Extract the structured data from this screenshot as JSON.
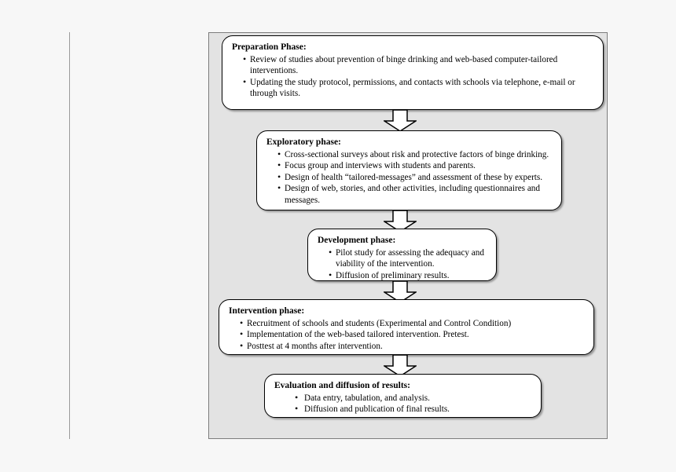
{
  "diagram": {
    "title": "Study phases flow chart",
    "panel_color": "#e3e3e3",
    "node_fill": "#ffffff",
    "node_stroke": "#000000",
    "nodes": [
      {
        "id": "preparation",
        "title": "Preparation Phase:",
        "items": [
          "Review of studies about prevention of binge drinking and web-based computer-tailored interventions.",
          "Updating the study protocol, permissions, and contacts with schools via telephone, e-mail or through visits."
        ]
      },
      {
        "id": "exploratory",
        "title": "Exploratory phase:",
        "items": [
          "Cross-sectional surveys about risk and protective factors of binge drinking.",
          "Focus group and interviews with students and parents.",
          "Design of health “tailored-messages” and assessment of these by experts.",
          "Design of web, stories, and other activities, including questionnaires and messages."
        ]
      },
      {
        "id": "development",
        "title": "Development phase:",
        "items": [
          "Pilot study for assessing the adequacy and viability of the intervention.",
          "Diffusion of preliminary results."
        ]
      },
      {
        "id": "intervention",
        "title": "Intervention phase:",
        "items": [
          "Recruitment of schools and students (Experimental and Control Condition)",
          "Implementation of the web-based tailored intervention. Pretest.",
          "Posttest at 4 months after intervention."
        ]
      },
      {
        "id": "evaluation",
        "title": "Evaluation and diffusion of results:",
        "items": [
          "Data entry, tabulation, and analysis.",
          "Diffusion and publication of final results."
        ]
      }
    ],
    "connectors": [
      {
        "id": "arrow-preparation-exploratory",
        "direction": "down"
      },
      {
        "id": "arrow-exploratory-development",
        "direction": "down"
      },
      {
        "id": "arrow-development-intervention",
        "direction": "down"
      },
      {
        "id": "arrow-intervention-evaluation",
        "direction": "down"
      }
    ]
  }
}
